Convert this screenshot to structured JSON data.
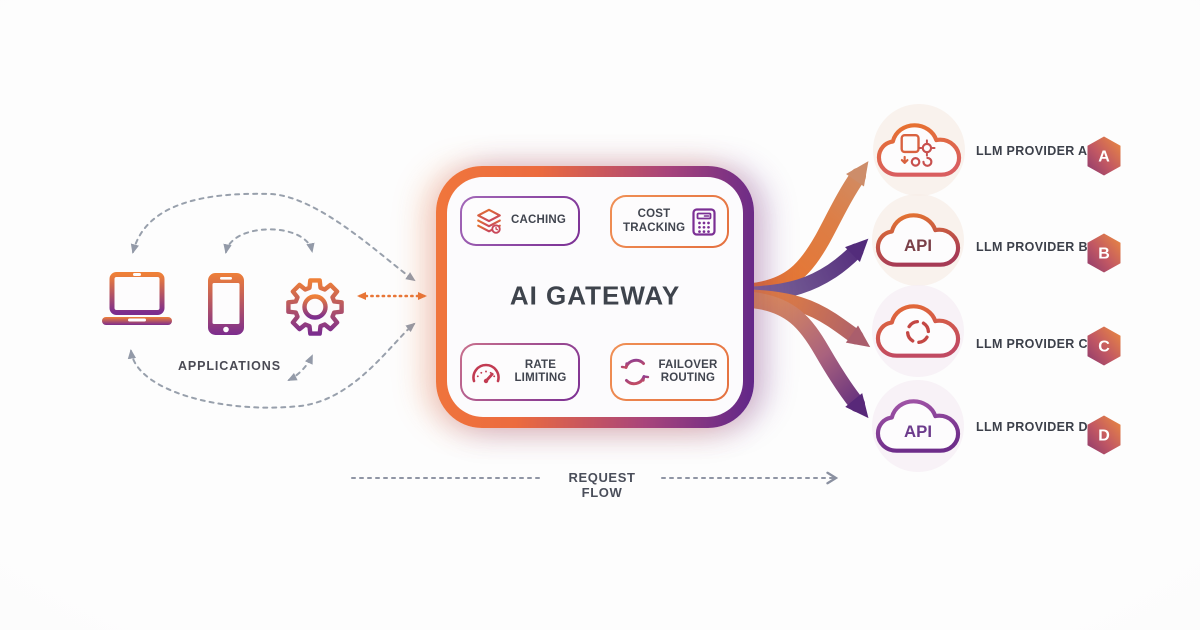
{
  "palette": {
    "accent_orange": "#EE7A3C",
    "accent_purple": "#6B2B8A",
    "dark_text": "#3E434C",
    "muted_text": "#4A4E5A",
    "dashed_gray": "#939AA8"
  },
  "applications": {
    "label": "APPLICATIONS",
    "devices": [
      {
        "name": "laptop-icon"
      },
      {
        "name": "smartphone-icon"
      },
      {
        "name": "gear-icon"
      }
    ]
  },
  "gateway": {
    "title": "AI GATEWAY",
    "features": [
      {
        "label": "CACHING",
        "icon": "cache-layers-icon"
      },
      {
        "label": "COST TRACKING",
        "icon": "calculator-icon"
      },
      {
        "label": "RATE LIMITING",
        "icon": "speedometer-icon"
      },
      {
        "label": "FAILOVER ROUTING",
        "icon": "failover-arrows-icon"
      }
    ]
  },
  "providers": [
    {
      "label": "LLM PROVIDER A",
      "badge": "A",
      "cloud": "model-services-icon"
    },
    {
      "label": "LLM PROVIDER B",
      "badge": "B",
      "cloud": "API"
    },
    {
      "label": "LLM PROVIDER C",
      "badge": "C",
      "cloud": "refresh-icon"
    },
    {
      "label": "LLM PROVIDER D",
      "badge": "D",
      "cloud": "API"
    }
  ],
  "flow": {
    "label": "REQUEST FLOW"
  }
}
